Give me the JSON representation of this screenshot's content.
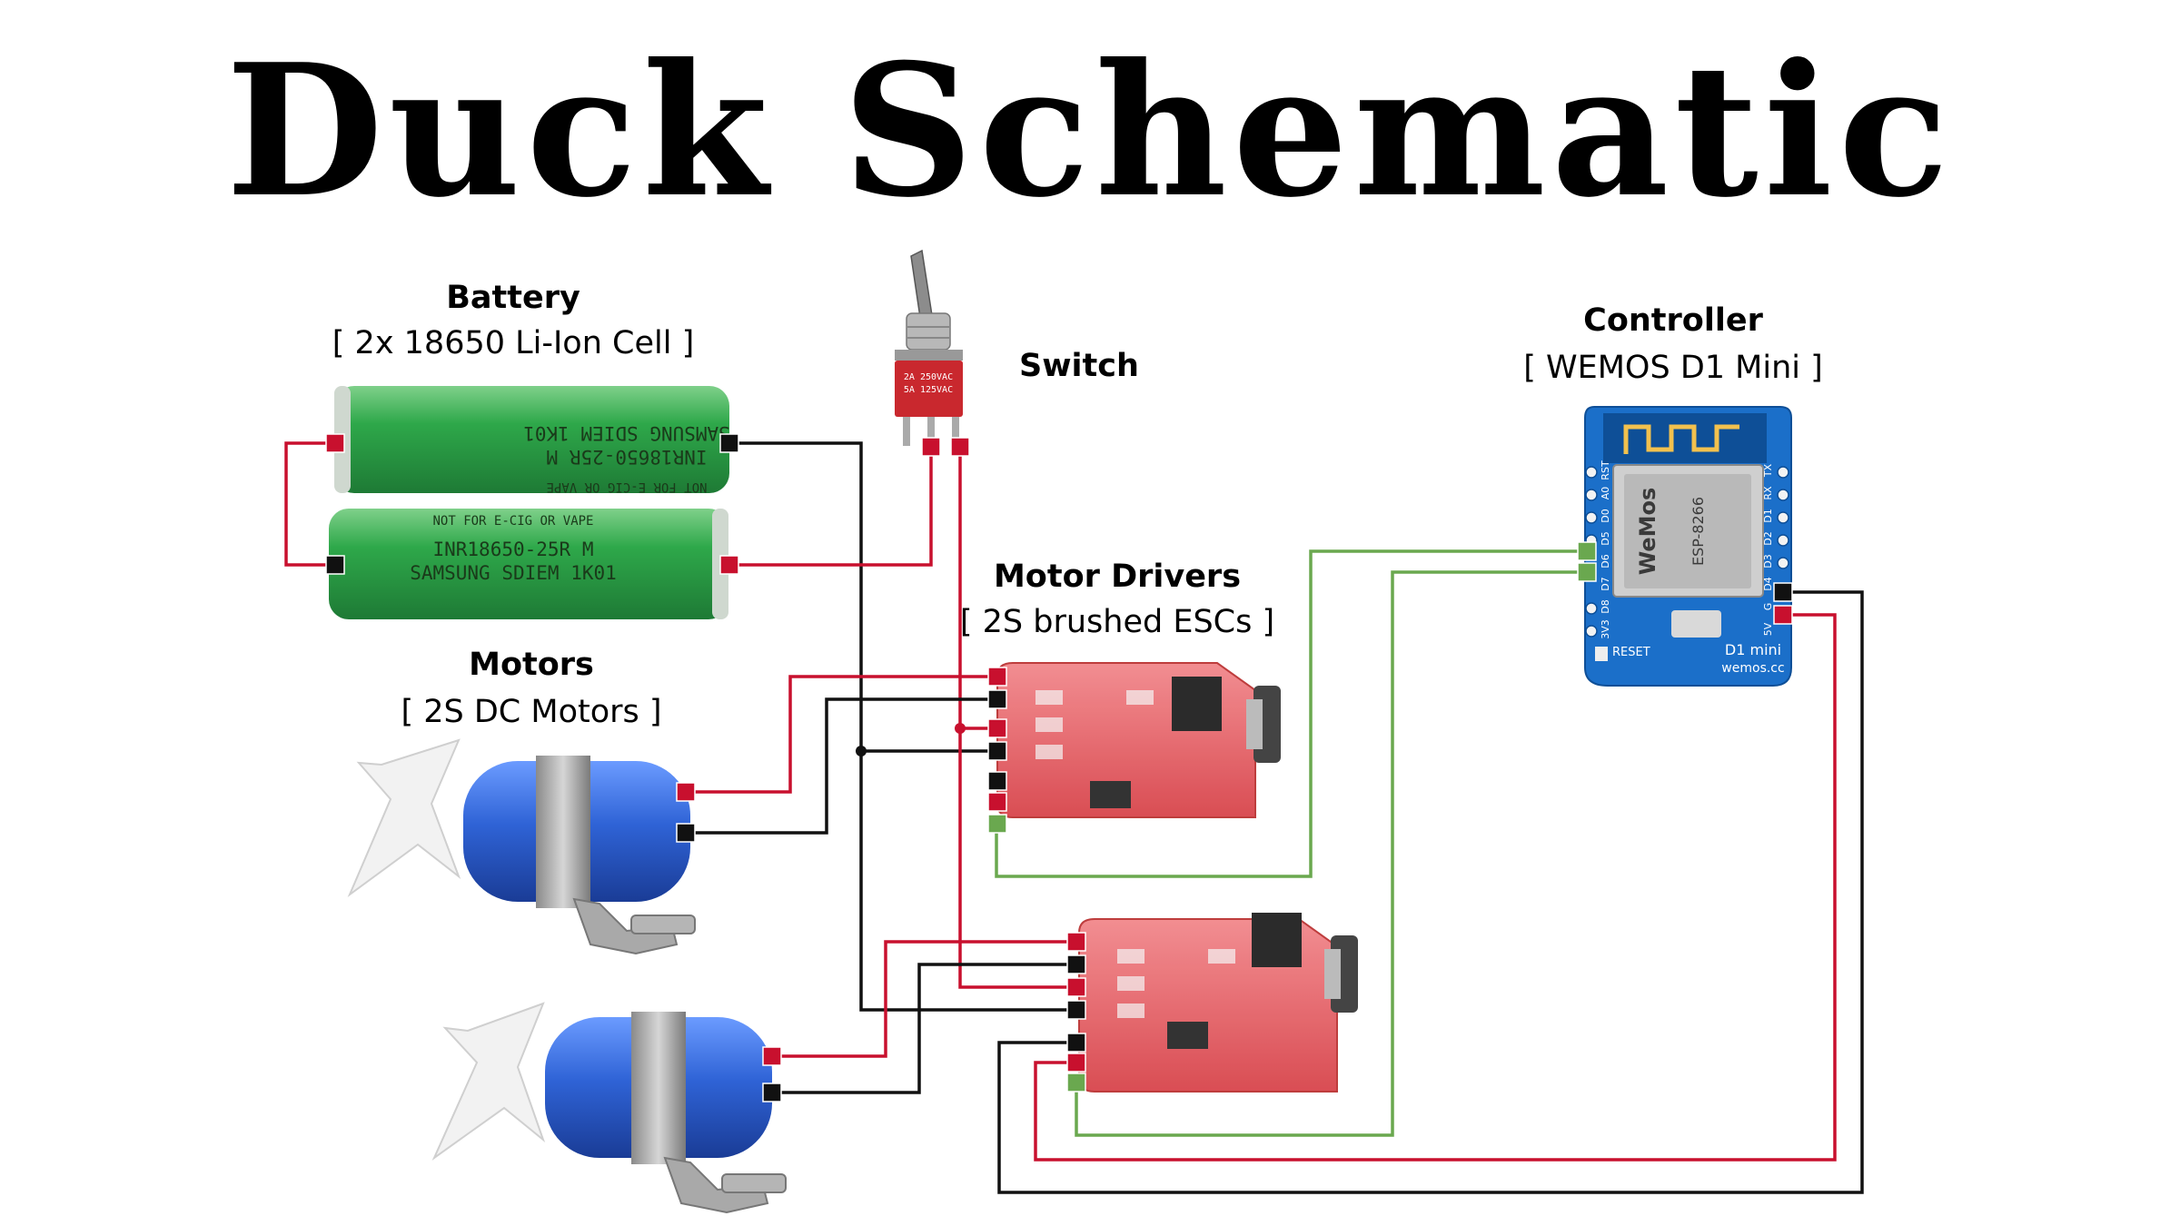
{
  "title": "Duck Schematic",
  "labels": {
    "battery": "Battery",
    "battery_sub": "[ 2x 18650 Li-Ion Cell ]",
    "switch": "Switch",
    "controller": "Controller",
    "controller_sub": "[ WEMOS D1 Mini ]",
    "motor_drivers": "Motor Drivers",
    "motor_drivers_sub": "[ 2S brushed ESCs ]",
    "motors": "Motors",
    "motors_sub": "[ 2S DC Motors ]"
  },
  "battery_print": {
    "line1": "SAMSUNG SDIEM 1K01",
    "line2": "INR18650-25R M",
    "line3": "NOT FOR E-CIG OR VAPE"
  },
  "switch_print": {
    "line1": "2A 250VAC",
    "line2": "5A 125VAC"
  },
  "controller_print": {
    "module": "ESP-8266",
    "brand": "WeMos",
    "pins_left": [
      "RST",
      "A0",
      "D0",
      "D5",
      "D6",
      "D7",
      "D8",
      "3V3"
    ],
    "pins_right": [
      "TX",
      "RX",
      "D1",
      "D2",
      "D3",
      "D4",
      "G",
      "5V"
    ],
    "reset": "RESET",
    "board": "D1 mini",
    "site": "wemos.cc"
  },
  "colors": {
    "positive_wire": "#c8102e",
    "ground_wire": "#111111",
    "signal_wire": "#6aa84f",
    "battery_green": "#2ea84a",
    "motor_blue": "#2f63d6",
    "esc_red": "#e8545a",
    "board_blue": "#1b6fc9"
  }
}
